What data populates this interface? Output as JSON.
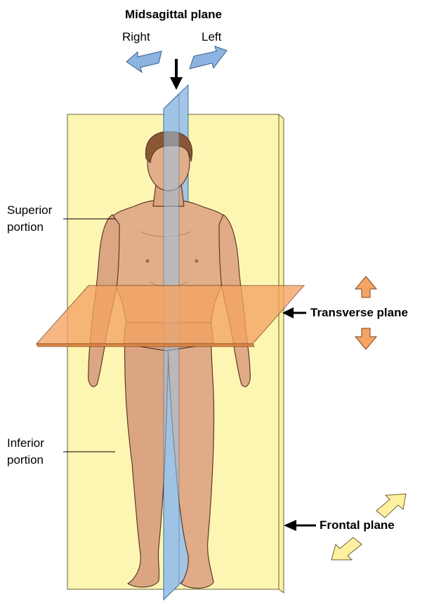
{
  "labels": {
    "midsagittal": "Midsagittal plane",
    "right": "Right",
    "left": "Left",
    "superior_line1": "Superior",
    "superior_line2": "portion",
    "inferior_line1": "Inferior",
    "inferior_line2": "portion",
    "transverse": "Transverse plane",
    "frontal": "Frontal plane"
  },
  "colors": {
    "frontal_plane": "#fdf6b3",
    "transverse_plane": "#f5a463",
    "midsagittal_plane": "#9ec3e6",
    "skin": "#e0ab86",
    "skin_shadow": "#c98e6b",
    "hair": "#8a5634",
    "outline": "#5a3a28"
  },
  "icons": [
    "arrow-right-icon",
    "arrow-left-icon",
    "arrow-up-icon",
    "arrow-down-icon",
    "arrow-down-black-icon"
  ]
}
